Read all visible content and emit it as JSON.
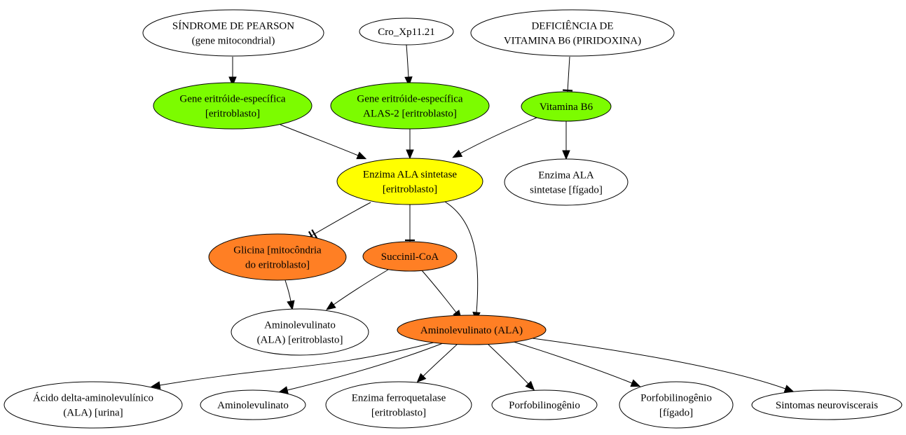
{
  "nodes": [
    {
      "id": "pearson",
      "lines": [
        "SÍNDROME DE PEARSON",
        "(gene mitocondrial)"
      ],
      "fill": "#ffffff"
    },
    {
      "id": "cro",
      "lines": [
        "Cro_Xp11.21"
      ],
      "fill": "#ffffff"
    },
    {
      "id": "defb6",
      "lines": [
        "DEFICIÊNCIA DE",
        "VITAMINA B6 (PIRIDOXINA)"
      ],
      "fill": "#ffffff"
    },
    {
      "id": "gene1",
      "lines": [
        "Gene eritróide-específica",
        "[eritroblasto]"
      ],
      "fill": "#7cfc00"
    },
    {
      "id": "gene2",
      "lines": [
        "Gene eritróide-específica",
        "ALAS-2 [eritroblasto]"
      ],
      "fill": "#7cfc00"
    },
    {
      "id": "vitb6",
      "lines": [
        "Vitamina B6"
      ],
      "fill": "#7cfc00"
    },
    {
      "id": "alas_erit",
      "lines": [
        "Enzima ALA sintetase",
        "[eritroblasto]"
      ],
      "fill": "#ffff00"
    },
    {
      "id": "alas_fig",
      "lines": [
        "Enzima ALA",
        "sintetase [fígado]"
      ],
      "fill": "#ffffff"
    },
    {
      "id": "glicina",
      "lines": [
        "Glicina [mitocôndria",
        "do eritroblasto]"
      ],
      "fill": "#ff7f24"
    },
    {
      "id": "succ",
      "lines": [
        "Succinil-CoA"
      ],
      "fill": "#ff7f24"
    },
    {
      "id": "amino_erit",
      "lines": [
        "Aminolevulinato",
        "(ALA) [eritroblasto]"
      ],
      "fill": "#ffffff"
    },
    {
      "id": "ala",
      "lines": [
        "Aminolevulinato (ALA)"
      ],
      "fill": "#ff7f24"
    },
    {
      "id": "acido",
      "lines": [
        "Ácido delta-aminolevulínico",
        "(ALA) [urina]"
      ],
      "fill": "#ffffff"
    },
    {
      "id": "amino",
      "lines": [
        "Aminolevulinato"
      ],
      "fill": "#ffffff"
    },
    {
      "id": "ferro",
      "lines": [
        "Enzima ferroquetalase",
        "[eritroblasto]"
      ],
      "fill": "#ffffff"
    },
    {
      "id": "porfo",
      "lines": [
        "Porfobilinogênio"
      ],
      "fill": "#ffffff"
    },
    {
      "id": "porfo_fig",
      "lines": [
        "Porfobilinogênio",
        "[fígado]"
      ],
      "fill": "#ffffff"
    },
    {
      "id": "sintomas",
      "lines": [
        "Sintomas neuroviscerais"
      ],
      "fill": "#ffffff"
    }
  ],
  "edges": [
    {
      "from": "pearson",
      "to": "gene1",
      "type": "activate"
    },
    {
      "from": "cro",
      "to": "gene2",
      "type": "activate"
    },
    {
      "from": "defb6",
      "to": "vitb6",
      "type": "inhibit"
    },
    {
      "from": "gene1",
      "to": "alas_erit",
      "type": "activate"
    },
    {
      "from": "gene2",
      "to": "alas_erit",
      "type": "activate"
    },
    {
      "from": "vitb6",
      "to": "alas_erit",
      "type": "activate"
    },
    {
      "from": "vitb6",
      "to": "alas_fig",
      "type": "activate"
    },
    {
      "from": "alas_erit",
      "to": "glicina",
      "type": "inhibit"
    },
    {
      "from": "alas_erit",
      "to": "succ",
      "type": "inhibit"
    },
    {
      "from": "alas_erit",
      "to": "ala",
      "type": "activate"
    },
    {
      "from": "glicina",
      "to": "amino_erit",
      "type": "activate"
    },
    {
      "from": "succ",
      "to": "amino_erit",
      "type": "activate"
    },
    {
      "from": "succ",
      "to": "ala",
      "type": "activate"
    },
    {
      "from": "ala",
      "to": "acido",
      "type": "activate"
    },
    {
      "from": "ala",
      "to": "amino",
      "type": "activate"
    },
    {
      "from": "ala",
      "to": "ferro",
      "type": "activate"
    },
    {
      "from": "ala",
      "to": "porfo",
      "type": "activate"
    },
    {
      "from": "ala",
      "to": "porfo_fig",
      "type": "activate"
    },
    {
      "from": "ala",
      "to": "sintomas",
      "type": "activate"
    }
  ]
}
